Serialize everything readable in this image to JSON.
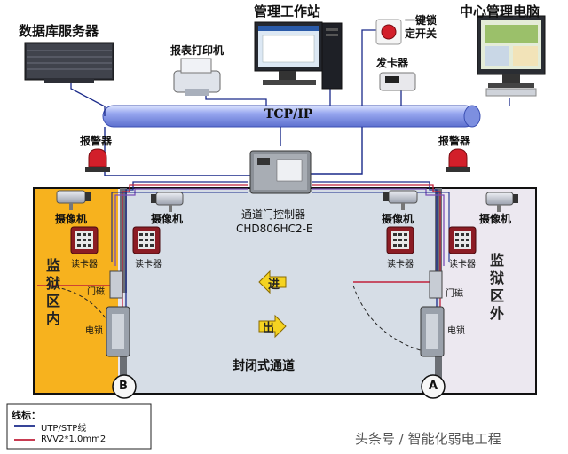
{
  "devices": {
    "db_server": "数据库服务器",
    "workstation": "管理工作站",
    "lock_button": "一键锁定开关",
    "center_pc": "中心管理电脑",
    "printer": "报表打印机",
    "card_issuer": "发卡器",
    "network": "TCP/IP",
    "alarm_left": "报警器",
    "alarm_right": "报警器",
    "controller_name": "通道门控制器",
    "controller_model": "CHD806HC2-E"
  },
  "zones": {
    "left_area": "监狱区内",
    "right_area": "监狱区外",
    "corridor": "封闭式通道",
    "enter": "进",
    "exit": "出",
    "door_left": "B",
    "door_right": "A"
  },
  "left_side": {
    "camera_outer": "摄像机",
    "camera_inner": "摄像机",
    "reader_outer": "读卡器",
    "reader_inner": "读卡器",
    "door_magnet": "门磁",
    "e_lock": "电锁"
  },
  "right_side": {
    "camera_inner": "摄像机",
    "camera_outer": "摄像机",
    "reader_inner": "读卡器",
    "reader_outer": "读卡器",
    "door_magnet": "门磁",
    "e_lock": "电锁"
  },
  "legend": {
    "title": "线标：",
    "items": [
      {
        "label": "UTP/STP线",
        "color": "#1a2a8a"
      },
      {
        "label": "RVV2*1.0mm2",
        "color": "#c0203a"
      }
    ]
  },
  "watermark": "头条号 / 智能化弱电工程",
  "colors": {
    "prison_inside": "#f7b21e",
    "prison_outside": "#e6e2ec",
    "corridor": "#d6dde6",
    "pipe": "#8a9ce8",
    "utp": "#1a2a8a",
    "rvv": "#c0203a",
    "arrow": "#f5d321"
  }
}
